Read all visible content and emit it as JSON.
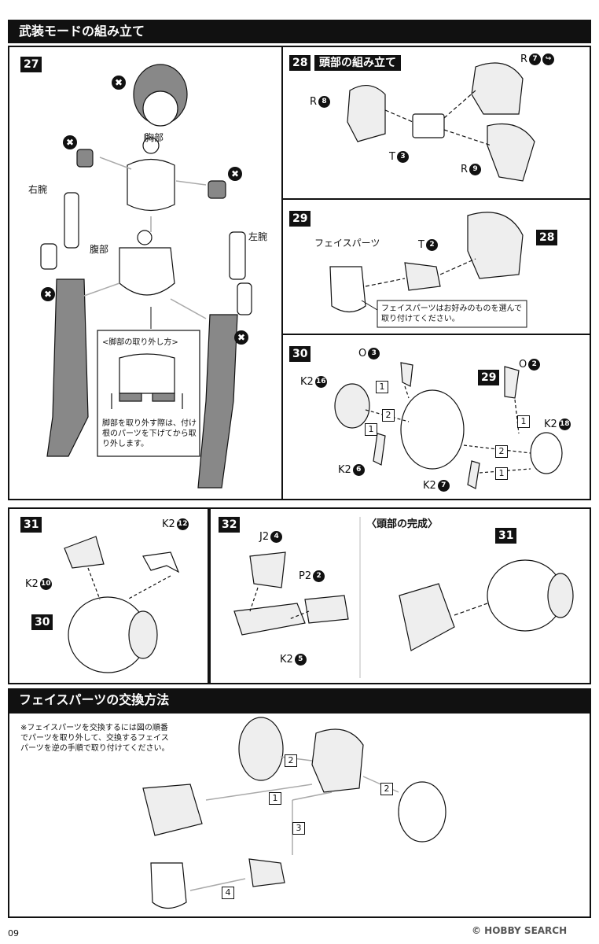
{
  "header": {
    "title": "武装モードの組み立て"
  },
  "step27": {
    "num": "27",
    "chest": "胸部",
    "right_arm": "右腕",
    "left_arm": "左腕",
    "abdomen": "腹部",
    "x": "✖",
    "leg_box_title": "<脚部の取り外し方>",
    "leg_box_note": "脚部を取り外す際は、付け根のパーツを下げてから取り外します。"
  },
  "step28": {
    "num": "28",
    "title": "頭部の組み立て",
    "r8": {
      "letter": "R",
      "n": "8"
    },
    "r7": {
      "letter": "R",
      "n": "7"
    },
    "t3": {
      "letter": "T",
      "n": "3"
    },
    "r9": {
      "letter": "R",
      "n": "9"
    }
  },
  "step29": {
    "num": "29",
    "face": "フェイスパーツ",
    "t2": {
      "letter": "T",
      "n": "2"
    },
    "ref": "28",
    "note": "フェイスパーツはお好みのものを選んで取り付けてください。"
  },
  "step30": {
    "num": "30",
    "o3": {
      "letter": "O",
      "n": "3"
    },
    "o2": {
      "letter": "O",
      "n": "2"
    },
    "k2_16": {
      "letter": "K2",
      "n": "16"
    },
    "k2_18": {
      "letter": "K2",
      "n": "18"
    },
    "k2_6": {
      "letter": "K2",
      "n": "6"
    },
    "k2_7": {
      "letter": "K2",
      "n": "7"
    },
    "ref": "29",
    "order": [
      "1",
      "2",
      "1",
      "1",
      "2",
      "1"
    ]
  },
  "step31": {
    "num": "31",
    "k2_12": {
      "letter": "K2",
      "n": "12"
    },
    "k2_10": {
      "letter": "K2",
      "n": "10"
    },
    "ref": "30"
  },
  "step32": {
    "num": "32",
    "j2_4": {
      "letter": "J2",
      "n": "4"
    },
    "p2_2": {
      "letter": "P2",
      "n": "2"
    },
    "k2_5": {
      "letter": "K2",
      "n": "5"
    },
    "complete": "〈頭部の完成〉",
    "ref": "31"
  },
  "face_swap": {
    "title": "フェイスパーツの交換方法",
    "note": "※フェイスパーツを交換するには図の順番でパーツを取り外して、交換するフェイスパーツを逆の手順で取り付けてください。",
    "order": [
      "2",
      "1",
      "2",
      "3",
      "4"
    ]
  },
  "footer": {
    "page": "09",
    "watermark": "© HOBBY SEARCH"
  }
}
